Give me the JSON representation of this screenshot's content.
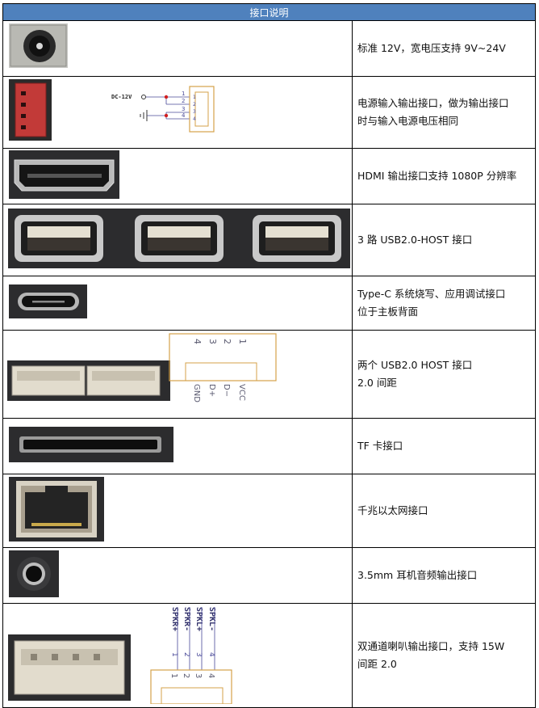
{
  "table": {
    "title": "接口说明",
    "rows": [
      {
        "desc": [
          "标准 12V，宽电压支持 9V~24V"
        ]
      },
      {
        "desc": [
          "电源输入输出接口，做为输出接口",
          "时与输入电源电压相同"
        ]
      },
      {
        "desc": [
          "HDMI 输出接口支持 1080P 分辨率"
        ]
      },
      {
        "desc": [
          "3 路 USB2.0-HOST 接口"
        ]
      },
      {
        "desc": [
          "Type-C 系统烧写、应用调试接口",
          "位于主板背面"
        ]
      },
      {
        "desc": [
          "两个 USB2.0 HOST 接口",
          "2.0 间距"
        ]
      },
      {
        "desc": [
          "TF 卡接口"
        ]
      },
      {
        "desc": [
          "千兆以太网接口"
        ]
      },
      {
        "desc": [
          "3.5mm 耳机音频输出接口"
        ]
      },
      {
        "desc": [
          "双通道喇叭输出接口，支持 15W",
          "间距 2.0"
        ]
      }
    ]
  },
  "diagrams": {
    "power": {
      "label": "DC-12V",
      "pins": [
        "1",
        "2",
        "3",
        "4"
      ]
    },
    "usb_header": {
      "pins": [
        "1",
        "2",
        "3",
        "4"
      ],
      "signals": [
        "VCC",
        "D−",
        "D+",
        "GND"
      ]
    },
    "speaker": {
      "signals": [
        "SPKR+",
        "SPKR-",
        "SPKL+",
        "SPKL-"
      ],
      "pins": [
        "1",
        "2",
        "3",
        "4"
      ]
    }
  }
}
